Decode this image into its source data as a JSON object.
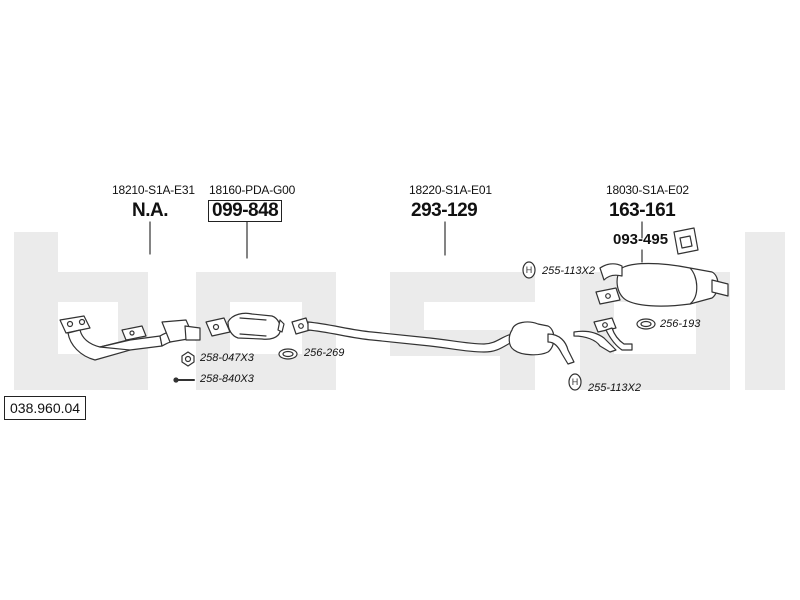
{
  "catalog_ref": "038.960.04",
  "watermark": "bosal",
  "components": [
    {
      "oem": "18210-S1A-E31",
      "part": "N.A."
    },
    {
      "oem": "18160-PDA-G00",
      "part": "099-848"
    },
    {
      "oem": "18220-S1A-E01",
      "part": "293-129"
    },
    {
      "oem": "18030-S1A-E02",
      "part": "163-161"
    }
  ],
  "hanger_part": "093-495",
  "accessories": [
    {
      "label": "258-047X3"
    },
    {
      "label": "258-840X3"
    },
    {
      "label": "256-269"
    },
    {
      "label": "255-113X2"
    },
    {
      "label": "256-193"
    },
    {
      "label": "255-113X2"
    }
  ],
  "colors": {
    "watermark": "#ebebeb",
    "line": "#333333"
  }
}
